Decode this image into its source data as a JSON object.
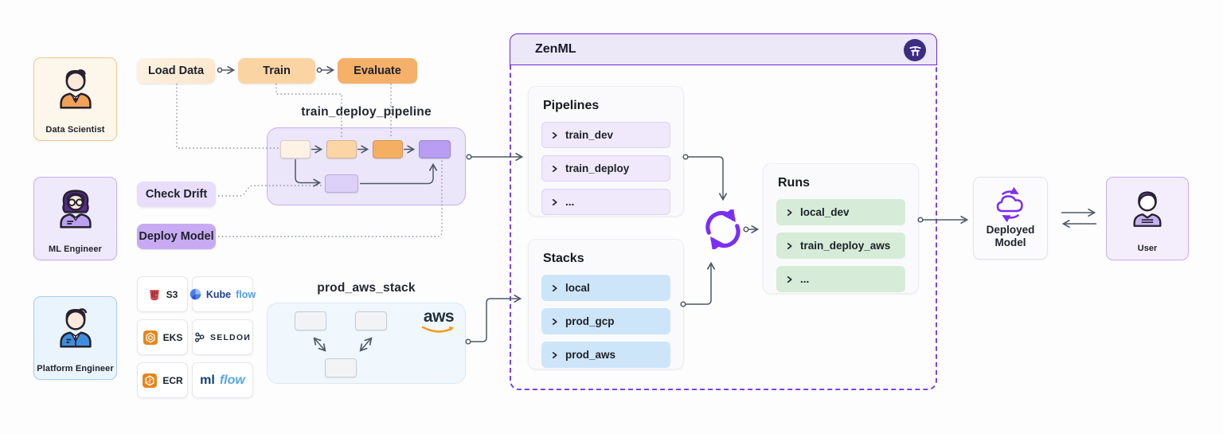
{
  "personas": [
    {
      "label": "Data Scientist"
    },
    {
      "label": "ML Engineer"
    },
    {
      "label": "Platform Engineer"
    }
  ],
  "steps": [
    {
      "label": "Load Data"
    },
    {
      "label": "Train"
    },
    {
      "label": "Evaluate"
    }
  ],
  "actions": [
    {
      "label": "Check Drift"
    },
    {
      "label": "Deploy Model"
    }
  ],
  "pipeline_diagram": {
    "title": "train_deploy_pipeline"
  },
  "aws_stack": {
    "title": "prod_aws_stack",
    "logo_text": "aws"
  },
  "tools": [
    {
      "label": "S3"
    },
    {
      "part1": "Kube",
      "part2": "flow"
    },
    {
      "label": "EKS"
    },
    {
      "label": "SELDOИ"
    },
    {
      "label": "ECR"
    },
    {
      "part1": "ml",
      "part2": "flow"
    }
  ],
  "zenml": {
    "title": "ZenML"
  },
  "panels": {
    "pipelines": {
      "title": "Pipelines",
      "items": [
        "train_dev",
        "train_deploy",
        "..."
      ]
    },
    "stacks": {
      "title": "Stacks",
      "items": [
        "local",
        "prod_gcp",
        "prod_aws"
      ]
    },
    "runs": {
      "title": "Runs",
      "items": [
        "local_dev",
        "train_deploy_aws",
        "..."
      ]
    }
  },
  "outputs": {
    "deployed_model": {
      "label": "Deployed Model"
    },
    "user": {
      "label": "User"
    }
  },
  "colors": {
    "accent_purple": "#7c3aed",
    "step_orange": "#f5b069",
    "step_peach": "#fbd4a4",
    "step_cream": "#fcecd7",
    "item_purple": "#efe9fb",
    "item_blue": "#cde5f8",
    "item_green": "#d6ecd8",
    "aws_orange": "#f8991d",
    "connector_gray": "#4f5866"
  }
}
